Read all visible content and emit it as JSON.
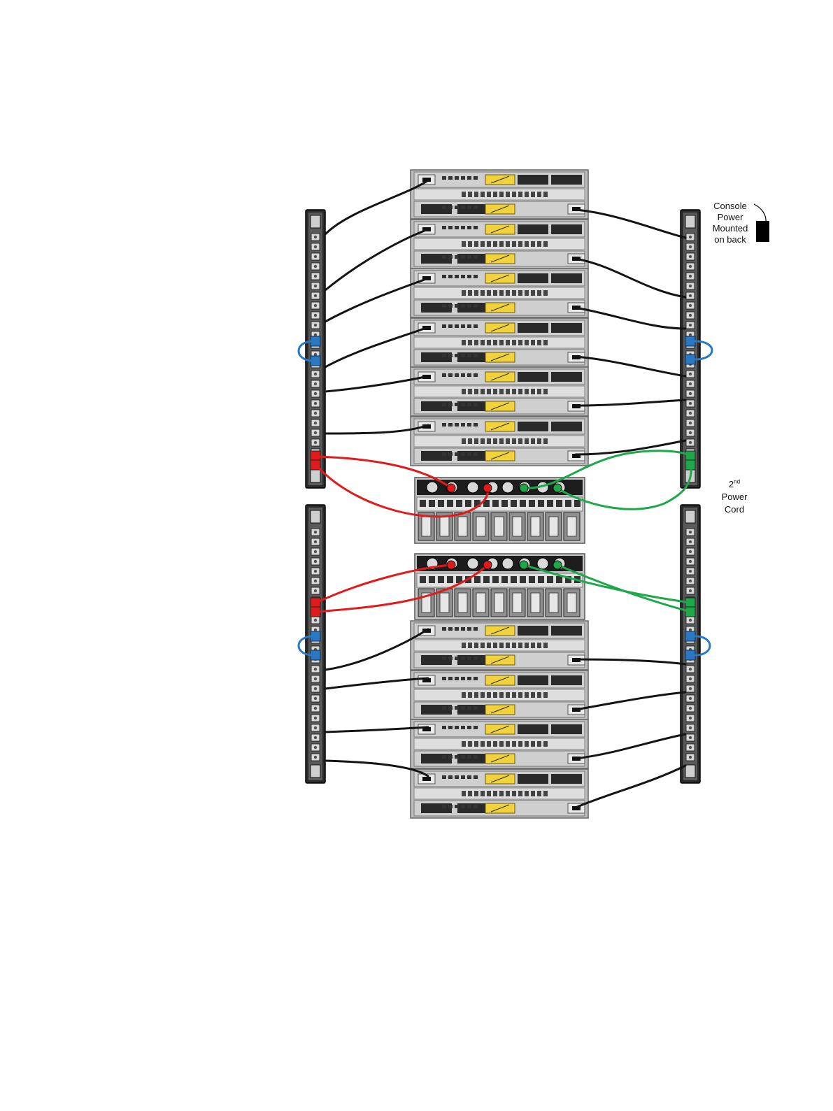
{
  "labels": {
    "console": {
      "lines": [
        "Console",
        "Power",
        "Mounted",
        "on back"
      ]
    },
    "second_cord": {
      "num": "2",
      "sup": "nd",
      "line2": "Power",
      "line3": "Cord"
    }
  },
  "colors": {
    "power_cable": "#141414",
    "red_cable": "#e01b1b",
    "green_cable": "#1ea84a",
    "blue_jumper": "#2a78c4",
    "pdu_body": "#2b2b2b",
    "chassis": "#cfcfcf",
    "chassis_dark": "#2a2a2a",
    "yellow_label": "#f2d23b"
  },
  "icons": {
    "pdu": "power-strip-icon",
    "server": "rack-server-icon",
    "switch": "blade-chassis-icon",
    "console_power": "power-box-icon"
  }
}
